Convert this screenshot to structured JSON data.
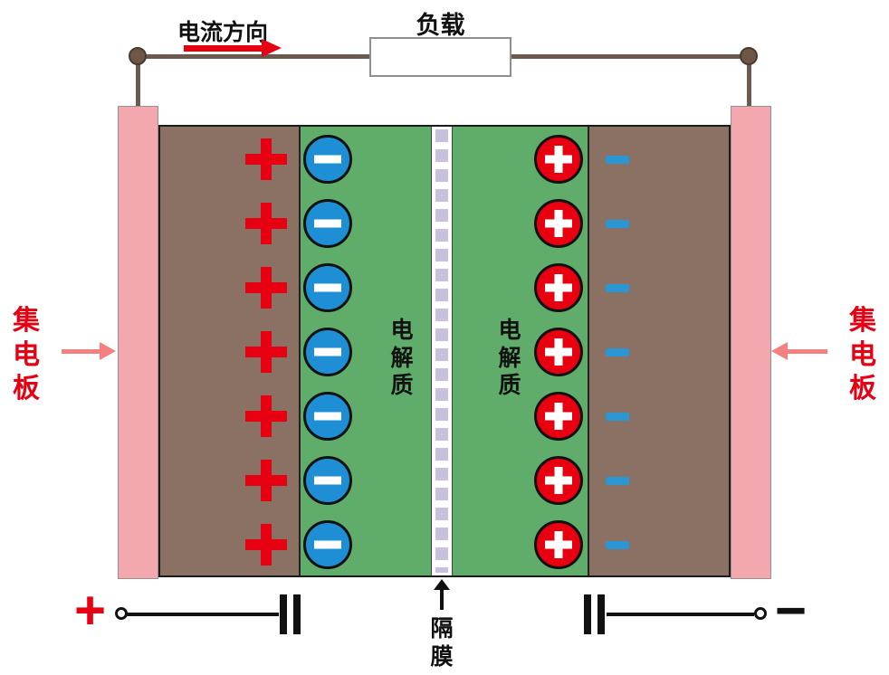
{
  "labels": {
    "load": "负载",
    "current_direction": "电流方向",
    "collector": "集电板",
    "electrolyte": "电解质",
    "separator": "隔膜",
    "positive_terminal": "+",
    "negative_terminal": "−"
  },
  "ions": {
    "rows": 7,
    "left_electrode_charge": "positive",
    "left_ion_charge": "negative",
    "right_ion_charge": "positive",
    "right_electrode_charge": "negative"
  },
  "colors": {
    "collector_plate": "#f3a8b0",
    "electrode": "#8a7164",
    "electrolyte": "#5fac6b",
    "separator_square": "#c9c0dd",
    "positive_red": "#e60012",
    "ion_blue": "#1e8fd5",
    "ion_red": "#e80011",
    "dash_blue": "#2a97d4",
    "wire": "#6b5a4d",
    "terminal_dot": "#6f5747",
    "outline": "#1a1a1a",
    "resistor_border": "#8f8f8f",
    "arrow_pink": "#f48080"
  }
}
